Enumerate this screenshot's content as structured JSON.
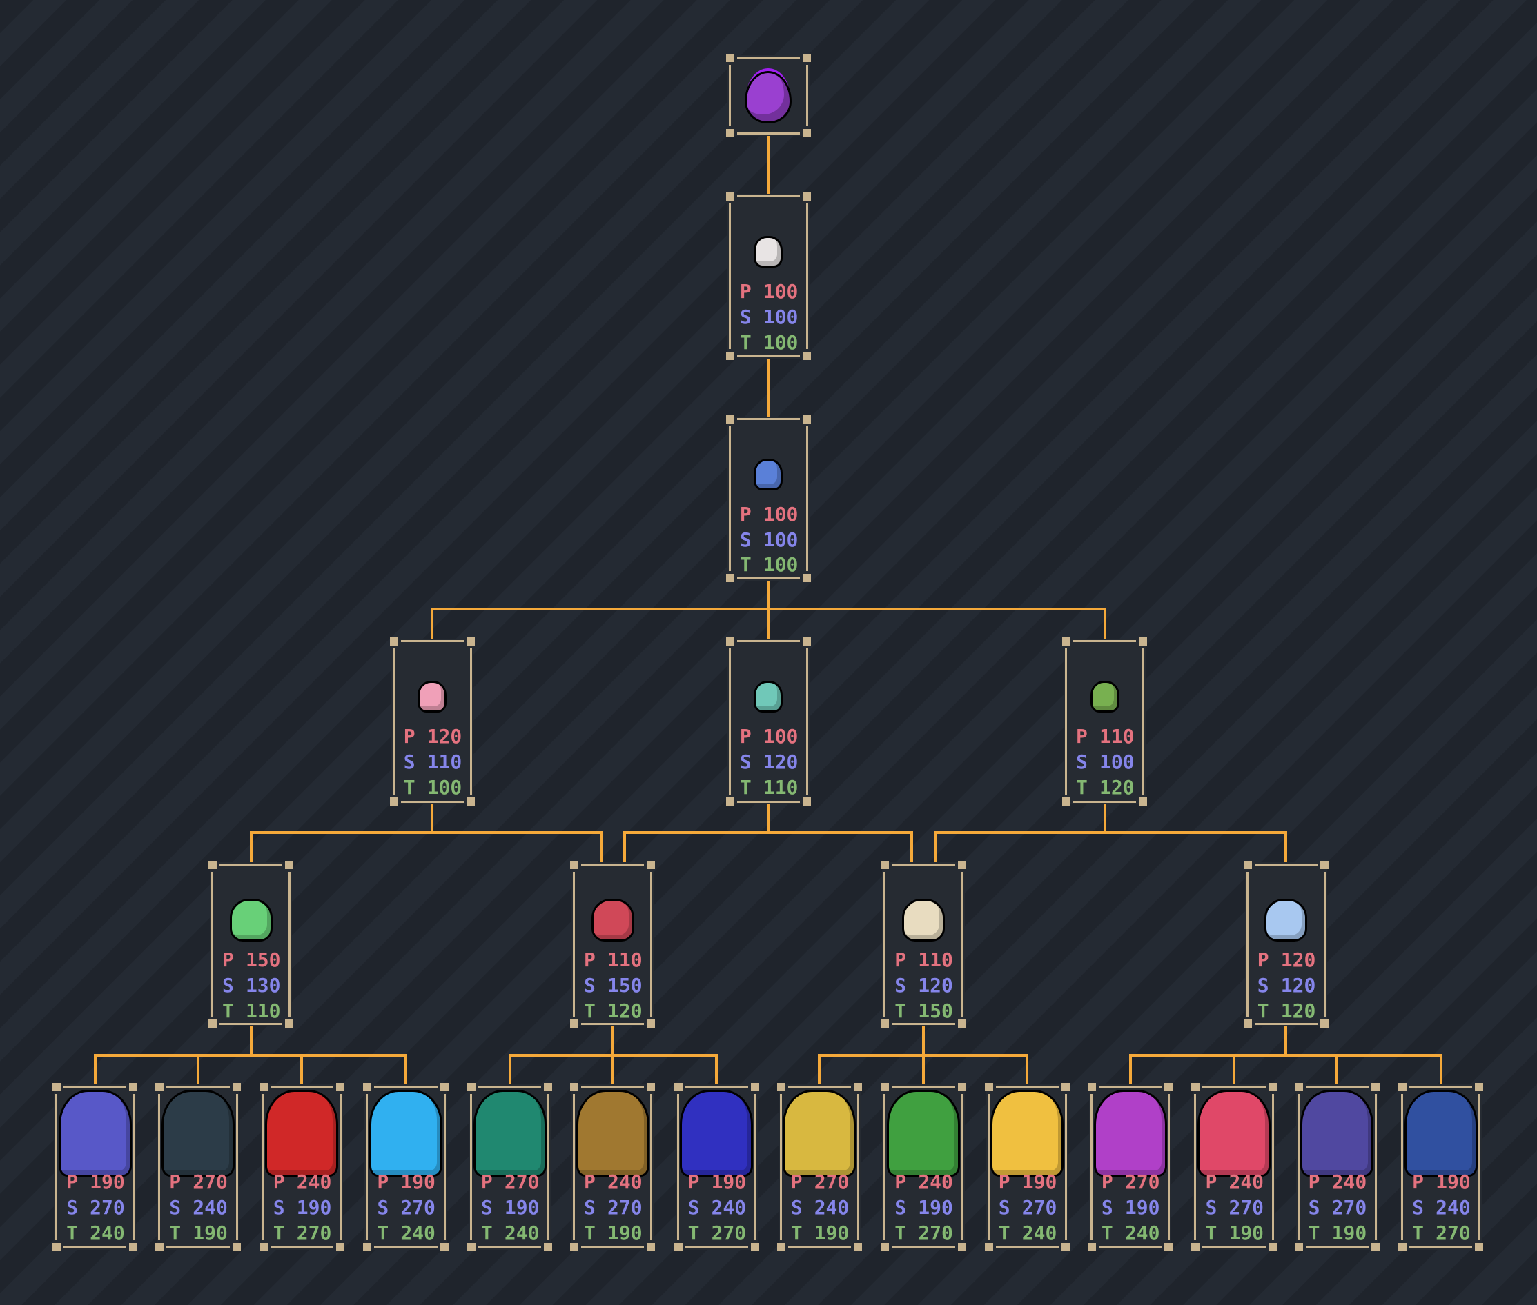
{
  "title": "Evolution tree",
  "stat_colors": {
    "P": "#e4727f",
    "S": "#8585ea",
    "T": "#84b872"
  },
  "connector_color": "#f5a93a",
  "stat_labels": {
    "P": "P",
    "S": "S",
    "T": "T"
  },
  "nodes": [
    {
      "id": "egg",
      "sprite": "purple-egg-icon",
      "color": "#9a40d0",
      "parent": null
    },
    {
      "id": "baby",
      "sprite": "white-ghost-icon",
      "color": "#e8e4e4",
      "parent": [
        "egg"
      ],
      "P": "100",
      "S": "100",
      "T": "100"
    },
    {
      "id": "blue-blob",
      "sprite": "blue-blob-icon",
      "color": "#5a80d8",
      "parent": [
        "baby"
      ],
      "P": "100",
      "S": "100",
      "T": "100"
    },
    {
      "id": "pink-blob",
      "sprite": "pink-blob-icon",
      "color": "#f0a0b8",
      "parent": [
        "blue-blob"
      ],
      "P": "120",
      "S": "110",
      "T": "100"
    },
    {
      "id": "teal-blob",
      "sprite": "teal-blob-icon",
      "color": "#70c8b8",
      "parent": [
        "blue-blob"
      ],
      "P": "100",
      "S": "120",
      "T": "110"
    },
    {
      "id": "green-slime",
      "sprite": "green-slime-icon",
      "color": "#78b050",
      "parent": [
        "blue-blob"
      ],
      "P": "110",
      "S": "100",
      "T": "120"
    },
    {
      "id": "green-sprout",
      "sprite": "green-sprout-icon",
      "color": "#68d078",
      "parent": [
        "pink-blob"
      ],
      "P": "150",
      "S": "130",
      "T": "110"
    },
    {
      "id": "red-crab",
      "sprite": "red-crab-icon",
      "color": "#d04858",
      "parent": [
        "pink-blob",
        "teal-blob"
      ],
      "P": "110",
      "S": "150",
      "T": "120"
    },
    {
      "id": "bone-doll",
      "sprite": "bone-doll-icon",
      "color": "#e8dcc0",
      "parent": [
        "teal-blob",
        "green-slime"
      ],
      "P": "110",
      "S": "120",
      "T": "150"
    },
    {
      "id": "blue-ghost",
      "sprite": "blue-ghost-icon",
      "color": "#a8c8f0",
      "parent": [
        "green-slime"
      ],
      "P": "120",
      "S": "120",
      "T": "120"
    },
    {
      "id": "f1",
      "sprite": "blue-haired-girl-icon",
      "color": "#5858c8",
      "parent": [
        "green-sprout"
      ],
      "P": "190",
      "S": "270",
      "T": "240"
    },
    {
      "id": "f2",
      "sprite": "student-uniform-icon",
      "color": "#2c3c48",
      "parent": [
        "green-sprout"
      ],
      "P": "270",
      "S": "240",
      "T": "190"
    },
    {
      "id": "f3",
      "sprite": "red-coat-swordsman-icon",
      "color": "#d02828",
      "parent": [
        "green-sprout"
      ],
      "P": "240",
      "S": "190",
      "T": "270"
    },
    {
      "id": "f4",
      "sprite": "blue-dress-girl-icon",
      "color": "#30b0f0",
      "parent": [
        "green-sprout"
      ],
      "P": "190",
      "S": "270",
      "T": "240"
    },
    {
      "id": "f5",
      "sprite": "headband-brawler-icon",
      "color": "#208870",
      "parent": [
        "red-crab"
      ],
      "P": "270",
      "S": "190",
      "T": "240"
    },
    {
      "id": "f6",
      "sprite": "old-master-icon",
      "color": "#a07830",
      "parent": [
        "red-crab"
      ],
      "P": "240",
      "S": "270",
      "T": "190"
    },
    {
      "id": "f7",
      "sprite": "blue-armored-knight-icon",
      "color": "#3030c0",
      "parent": [
        "red-crab"
      ],
      "P": "190",
      "S": "240",
      "T": "270"
    },
    {
      "id": "f8",
      "sprite": "yellow-raptor-icon",
      "color": "#d8b840",
      "parent": [
        "bone-doll"
      ],
      "P": "270",
      "S": "240",
      "T": "190"
    },
    {
      "id": "f9",
      "sprite": "green-lizard-icon",
      "color": "#40a040",
      "parent": [
        "bone-doll"
      ],
      "P": "240",
      "S": "190",
      "T": "270"
    },
    {
      "id": "f10",
      "sprite": "spiky-hair-fighter-icon",
      "color": "#f0c040",
      "parent": [
        "bone-doll"
      ],
      "P": "190",
      "S": "270",
      "T": "240"
    },
    {
      "id": "f11",
      "sprite": "purple-ninja-icon",
      "color": "#b040c8",
      "parent": [
        "blue-ghost"
      ],
      "P": "270",
      "S": "190",
      "T": "240"
    },
    {
      "id": "f12",
      "sprite": "red-haired-mage-icon",
      "color": "#e04868",
      "parent": [
        "blue-ghost"
      ],
      "P": "240",
      "S": "270",
      "T": "190"
    },
    {
      "id": "f13",
      "sprite": "white-haired-fighter-icon",
      "color": "#5048a0",
      "parent": [
        "blue-ghost"
      ],
      "P": "240",
      "S": "270",
      "T": "190"
    },
    {
      "id": "f14",
      "sprite": "golden-sword-knight-icon",
      "color": "#3050a0",
      "parent": [
        "blue-ghost"
      ],
      "P": "190",
      "S": "240",
      "T": "270"
    }
  ]
}
